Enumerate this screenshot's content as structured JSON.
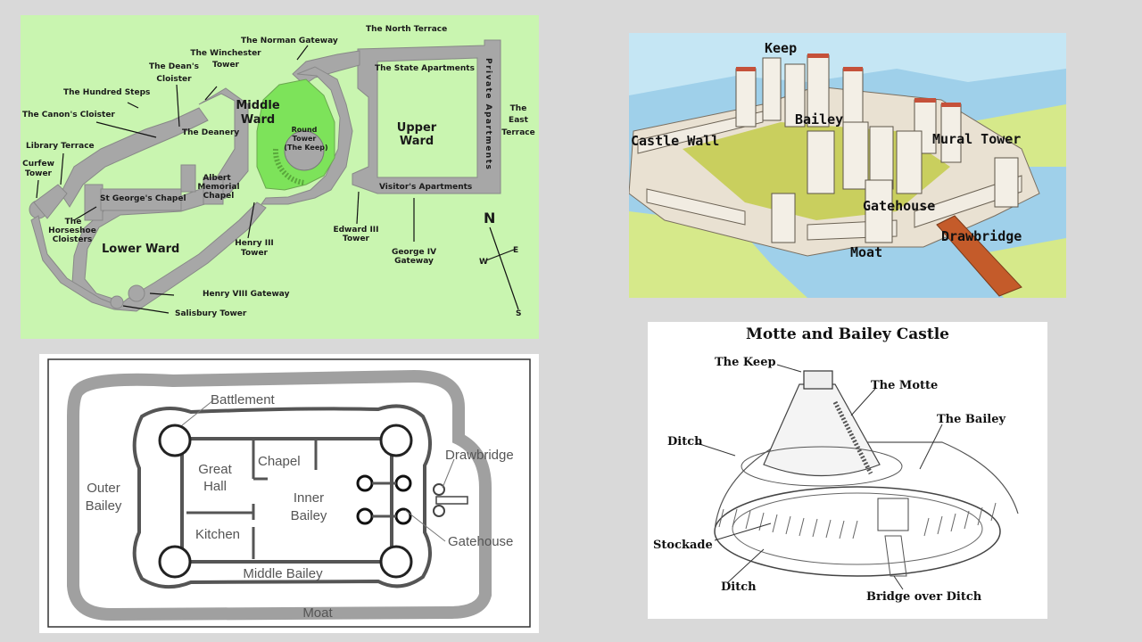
{
  "windsor_map": {
    "labels": {
      "north_terrace": "The North Terrace",
      "norman_gateway": "The Norman Gateway",
      "winchester_tower_1": "The Winchester",
      "winchester_tower_2": "Tower",
      "state_apartments": "The State Apartments",
      "private_apartments": "Private Apartments",
      "east_terrace_1": "The",
      "east_terrace_2": "East",
      "east_terrace_3": "Terrace",
      "deans_cloister_1": "The Dean's",
      "deans_cloister_2": "Cloister",
      "hundred_steps": "The Hundred Steps",
      "middle_ward_1": "Middle",
      "middle_ward_2": "Ward",
      "canons_cloister": "The Canon's Cloister",
      "deanery": "The Deanery",
      "round_tower_1": "Round",
      "round_tower_2": "Tower",
      "round_tower_3": "(The Keep)",
      "upper_ward_1": "Upper",
      "upper_ward_2": "Ward",
      "library_terrace": "Library Terrace",
      "curfew_tower_1": "Curfew",
      "curfew_tower_2": "Tower",
      "albert_chapel_1": "Albert",
      "albert_chapel_2": "Memorial",
      "albert_chapel_3": "Chapel",
      "st_georges_chapel": "St George's Chapel",
      "visitors_apartments": "Visitor's Apartments",
      "horseshoe_cloisters_1": "The",
      "horseshoe_cloisters_2": "Horseshoe",
      "horseshoe_cloisters_3": "Cloisters",
      "lower_ward": "Lower Ward",
      "henry_iii_tower_1": "Henry III",
      "henry_iii_tower_2": "Tower",
      "edward_iii_tower_1": "Edward III",
      "edward_iii_tower_2": "Tower",
      "george_iv_gateway_1": "George IV",
      "george_iv_gateway_2": "Gateway",
      "henry_viii_gateway": "Henry VIII Gateway",
      "salisbury_tower": "Salisbury Tower"
    },
    "compass": {
      "n": "N",
      "e": "E",
      "w": "W",
      "s": "S"
    },
    "colors": {
      "background": "#c9f5b0",
      "walls": "#a7a7a7",
      "middle_ward": "#7de35a"
    }
  },
  "castle_illustration": {
    "labels": {
      "keep": "Keep",
      "bailey": "Bailey",
      "castle_wall": "Castle Wall",
      "mural_tower": "Mural Tower",
      "gatehouse": "Gatehouse",
      "drawbridge": "Drawbridge",
      "moat": "Moat"
    }
  },
  "concentric_plan": {
    "labels": {
      "battlement": "Battlement",
      "drawbridge": "Drawbridge",
      "chapel": "Chapel",
      "great_hall_1": "Great",
      "great_hall_2": "Hall",
      "outer_bailey_1": "Outer",
      "outer_bailey_2": "Bailey",
      "inner_bailey_1": "Inner",
      "inner_bailey_2": "Bailey",
      "kitchen": "Kitchen",
      "gatehouse": "Gatehouse",
      "middle_bailey": "Middle Bailey",
      "moat": "Moat"
    }
  },
  "motte_bailey": {
    "title": "Motte and Bailey Castle",
    "labels": {
      "keep": "The Keep",
      "motte": "The Motte",
      "bailey": "The Bailey",
      "ditch_1": "Ditch",
      "stockade": "Stockade",
      "ditch_2": "Ditch",
      "bridge": "Bridge over Ditch"
    }
  }
}
